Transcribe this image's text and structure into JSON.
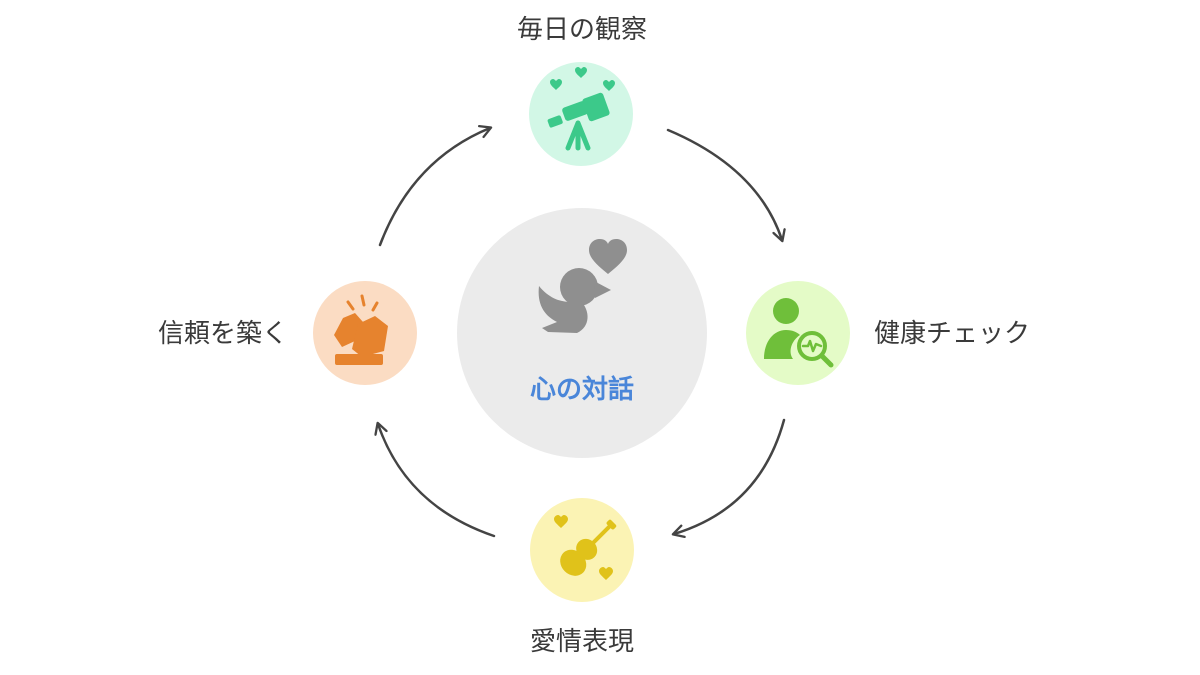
{
  "diagram": {
    "center": {
      "label": "心の対話",
      "icon": "bird-heart-icon",
      "fill_color": "#ebebeb",
      "icon_color": "#8f8f8f",
      "label_color": "#4a86d9"
    },
    "nodes": [
      {
        "id": "observation",
        "label": "毎日の観察",
        "icon": "telescope-hearts-icon",
        "fill_color": "#d2f7e6",
        "icon_color": "#3cc98a"
      },
      {
        "id": "health",
        "label": "健康チェック",
        "icon": "health-check-person-icon",
        "fill_color": "#e4fbc7",
        "icon_color": "#6fbf3a"
      },
      {
        "id": "affection",
        "label": "愛情表現",
        "icon": "violin-hearts-icon",
        "fill_color": "#fbf3b4",
        "icon_color": "#e0c21a"
      },
      {
        "id": "trust",
        "label": "信頼を築く",
        "icon": "fist-bump-icon",
        "fill_color": "#fbdcc3",
        "icon_color": "#e6832e"
      }
    ],
    "cycle_arrow_color": "#444444"
  }
}
